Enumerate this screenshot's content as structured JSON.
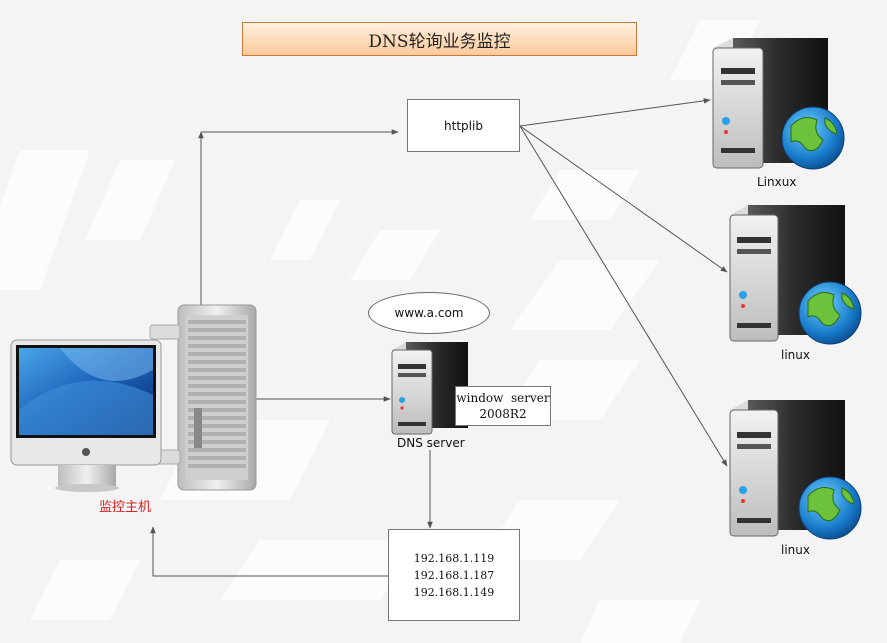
{
  "title": "DNS轮询业务监控",
  "httplib": "httplib",
  "dns_query": "www.a.com",
  "dns_server": {
    "name": "DNS server",
    "os_line1": "window  server",
    "os_line2": "2008R2"
  },
  "monitor_host": "监控主机",
  "ip_list": [
    "192.168.1.119",
    "192.168.1.187",
    "192.168.1.149"
  ],
  "servers": [
    "Linxux",
    "linux",
    "linux"
  ],
  "colors": {
    "title_fill": "#fbc99a",
    "title_border": "#c87a3a",
    "monitor_label": "#d62020",
    "arrow": "#555555"
  }
}
